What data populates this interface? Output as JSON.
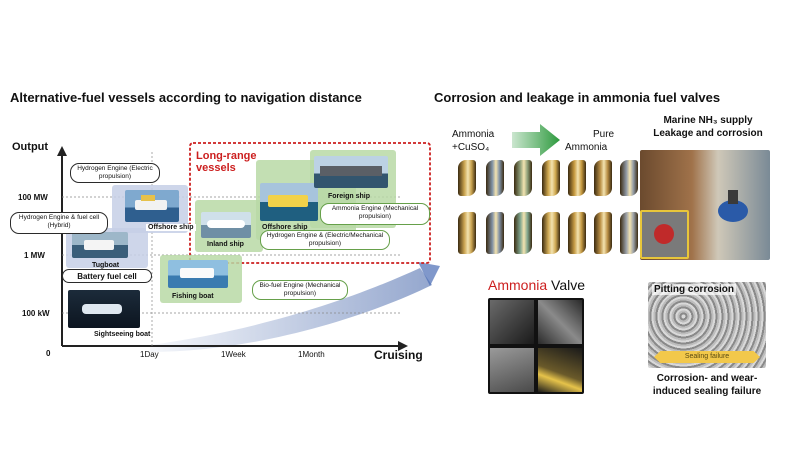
{
  "left": {
    "title": "Alternative-fuel vessels according to navigation distance",
    "y_axis_label": "Output",
    "x_axis_label": "Cruising",
    "y_ticks": [
      "100 MW",
      "1 MW",
      "100 kW",
      "0"
    ],
    "x_ticks": [
      "1Day",
      "1Week",
      "1Month"
    ],
    "long_range_label": "Long-range vessels",
    "engines": {
      "hydrogen_electric": "Hydrogen Engine (Electric propulsion)",
      "hydrogen_hybrid": "Hydrogen Engine & fuel cell (Hybrid)",
      "battery": "Battery fuel cell",
      "ammonia_mech": "Ammonia Engine (Mechanical propulsion)",
      "hydrogen_elec_mech": "Hydrogen Engine & (Electric/Mechanical propulsion)",
      "biofuel": "Bio-fuel Engine (Mechanical propulsion)"
    },
    "vessels": {
      "offshore": "Offshore ship",
      "tugboat": "Tugboat",
      "sightseeing": "Sightseeing boat",
      "fishing": "Fishing boat",
      "inland": "Inland ship",
      "offshore2": "Offshore ship",
      "foreign": "Foreign ship"
    }
  },
  "right": {
    "title": "Corrosion and leakage in ammonia fuel valves",
    "ammonia_label": "Ammonia",
    "cuso4_label": "+CuSO₄",
    "pure_label": "Pure",
    "pure_ammonia_label": "Ammonia",
    "marine_label_1": "Marine NH₃ supply",
    "marine_label_2": "Leakage and corrosion",
    "valve_word_1": "Ammonia",
    "valve_word_2": " Valve",
    "pitting_label": "Pitting corrosion",
    "sealing_label": "Sealing failure",
    "failure_label_1": "Corrosion- and wear-",
    "failure_label_2": "induced sealing failure"
  },
  "colors": {
    "accent_red": "#cc1f1f",
    "panel_green": "#b8d9a6",
    "arrow_green": "#2e9a3e",
    "valve_gold": "#c8a04a",
    "banner_yellow": "#f2c84b"
  }
}
